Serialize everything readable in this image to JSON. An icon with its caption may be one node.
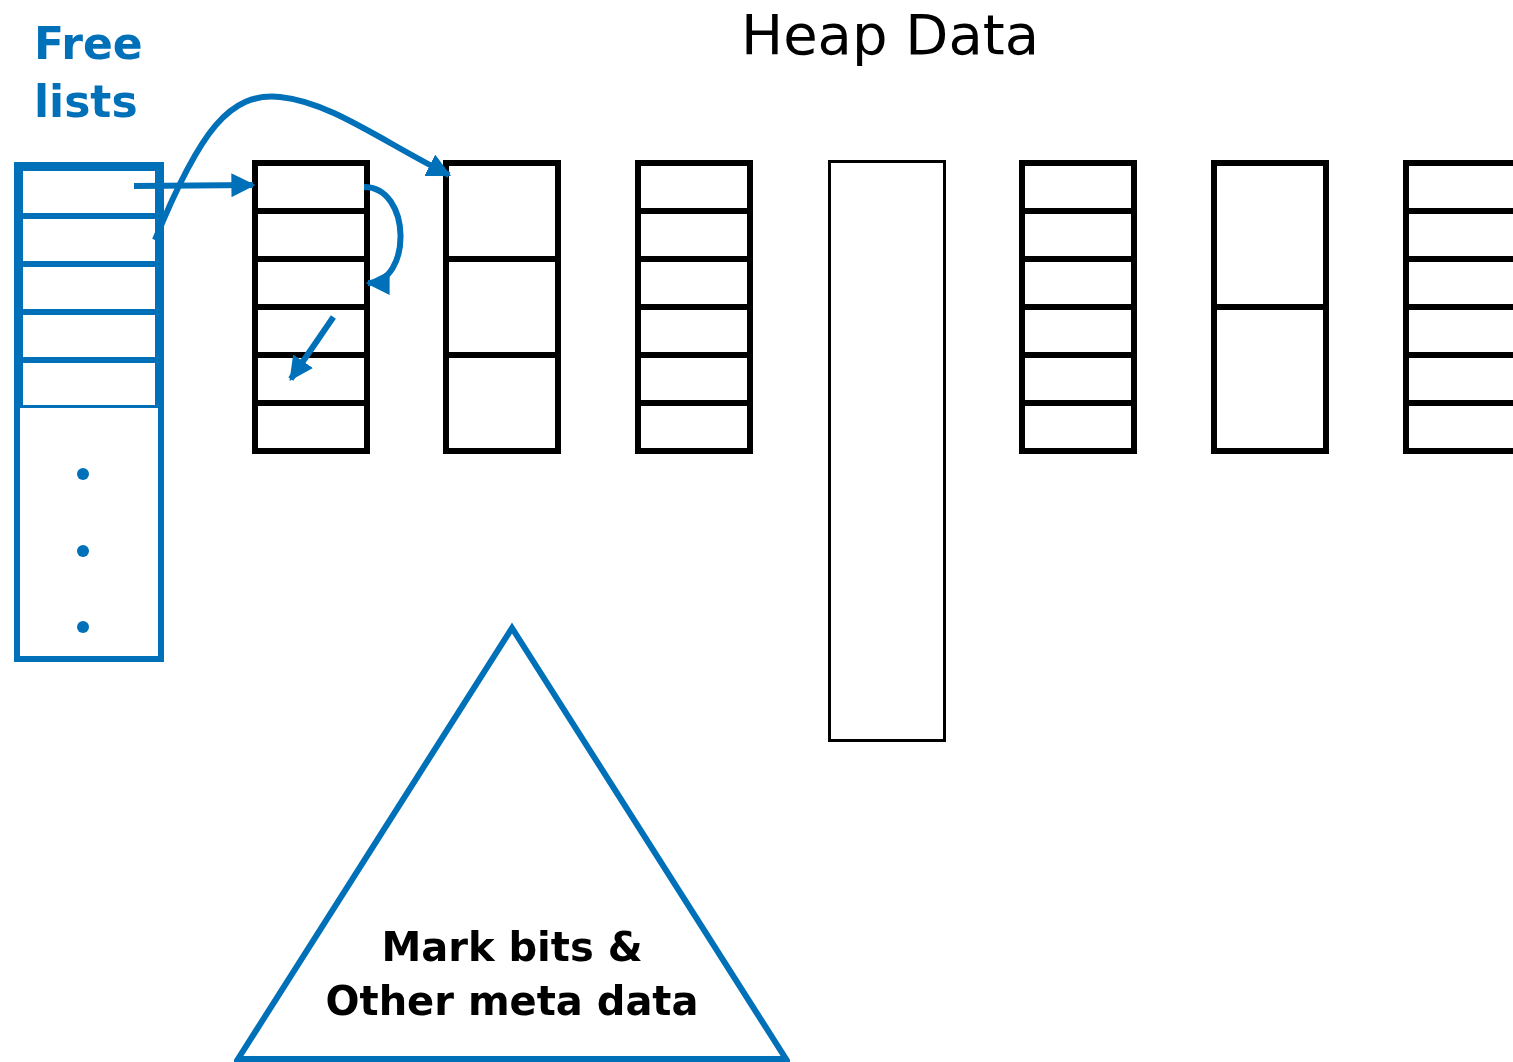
{
  "diagram": {
    "title": "Heap Data",
    "nodes": [
      {
        "text": [
          "Free lists"
        ]
      },
      {
        "text": [],
        "shape": "box",
        "in": 0
      },
      {
        "text": [],
        "shape": "box",
        "in": 0
      },
      {
        "text": [],
        "shape": "box",
        "in": 0
      },
      {
        "text": [],
        "shape": "box",
        "in": 0
      },
      {
        "text": [],
        "shape": "box",
        "in": 0
      },
      {
        "text": [],
        "shape": "box"
      },
      {
        "text": [],
        "shape": "box",
        "in": 6
      },
      {
        "text": [],
        "shape": "box",
        "in": 6
      },
      {
        "text": [],
        "shape": "box",
        "in": 6
      },
      {
        "text": [],
        "shape": "box",
        "in": 6
      },
      {
        "text": [],
        "shape": "box",
        "in": 6
      },
      {
        "text": [],
        "shape": "box",
        "in": 6
      },
      {
        "text": [],
        "shape": "box"
      },
      {
        "text": [],
        "shape": "box",
        "in": 13
      },
      {
        "text": [],
        "shape": "box"
      },
      {
        "text": [],
        "shape": "box"
      },
      {
        "text": [],
        "shape": "box"
      },
      {
        "text": [],
        "shape": "box"
      },
      {
        "text": [],
        "shape": "box"
      },
      {
        "text": [
          "Mark bits & Other meta data"
        ]
      }
    ],
    "edges": [
      {
        "from": 1,
        "to": 7,
        "arrow": "to"
      },
      {
        "from": 2,
        "to": 14,
        "arrow": "to"
      },
      {
        "from": 7,
        "to": 9,
        "arrow": "to"
      },
      {
        "from": 10,
        "to": 11,
        "arrow": "to"
      }
    ]
  }
}
